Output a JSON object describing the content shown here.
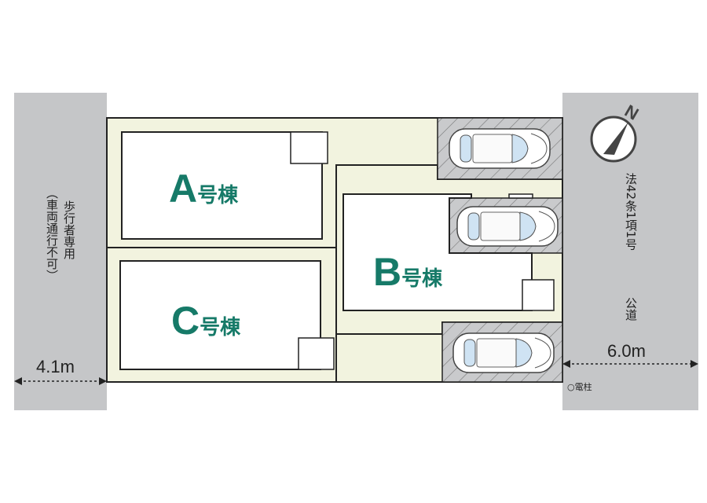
{
  "colors": {
    "road": "#c5c6c8",
    "lot": "#f2f3df",
    "house": "#ffffff",
    "label": "#167a68",
    "parking": "#c9cacc"
  },
  "left_road": {
    "label_1": "歩行者専用",
    "label_2": "（車両通行不可）",
    "width": "4.1m"
  },
  "right_road": {
    "label_1": "法42条1項1号",
    "label_2": "公道",
    "width": "6.0m",
    "pole": "○電柱"
  },
  "compass": {
    "label": "N"
  },
  "houses": [
    {
      "letter": "A",
      "suffix": "号棟"
    },
    {
      "letter": "B",
      "suffix": "号棟"
    },
    {
      "letter": "C",
      "suffix": "号棟"
    }
  ]
}
